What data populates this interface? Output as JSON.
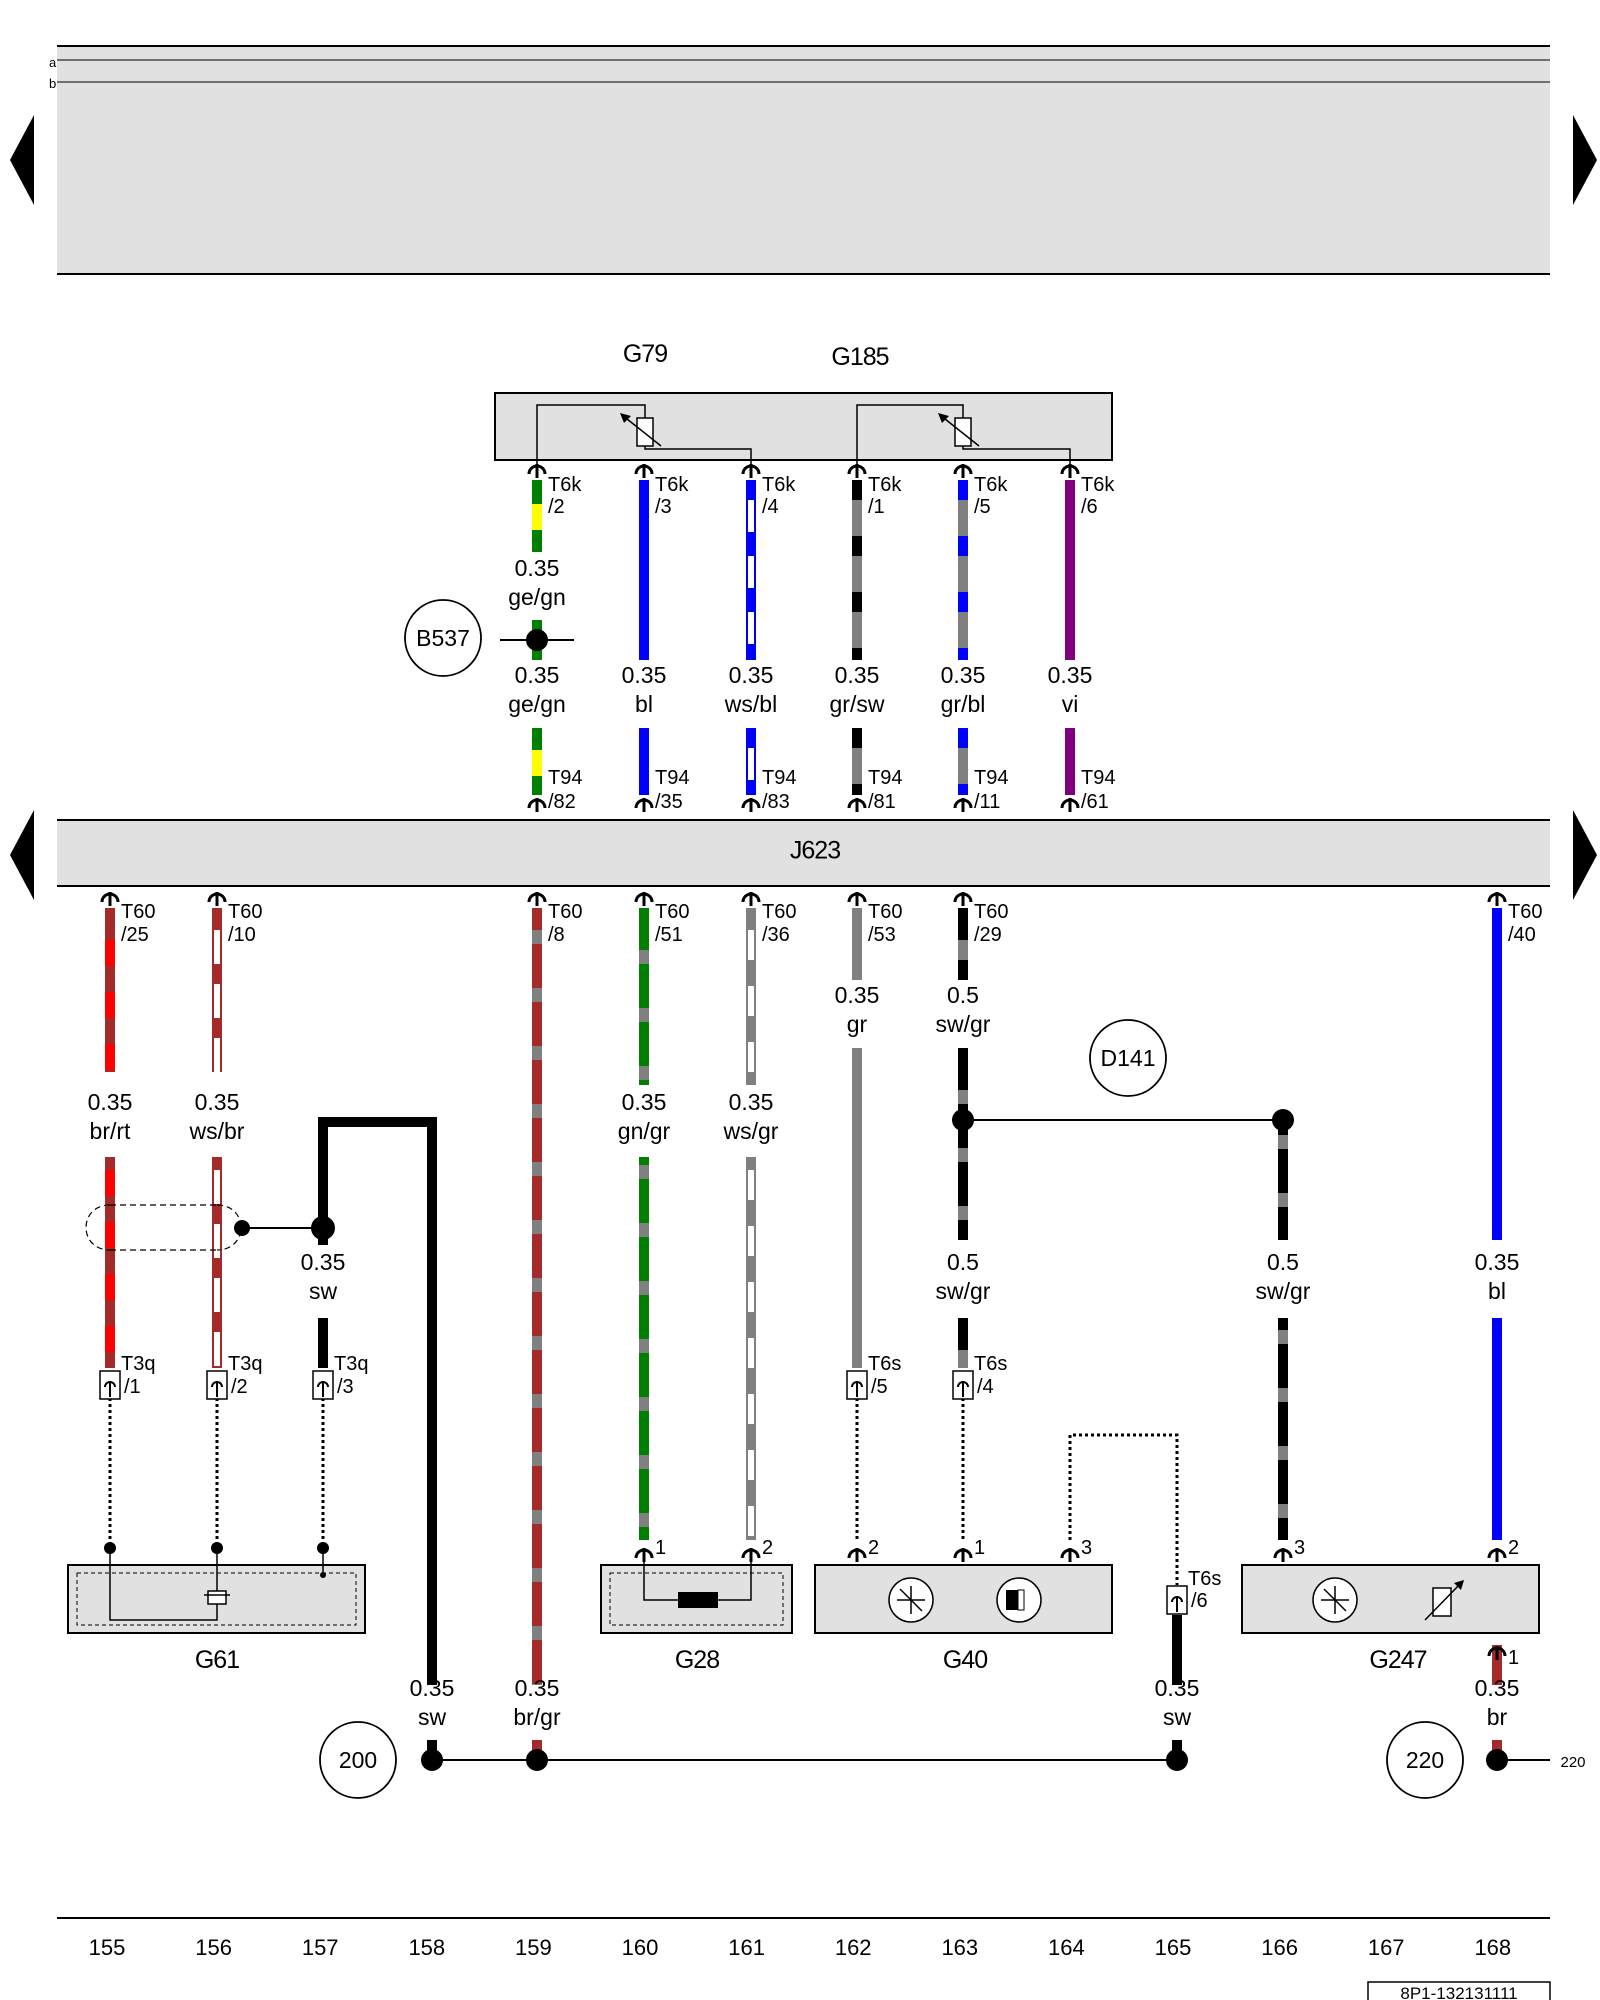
{
  "header": {
    "row_a": "a",
    "row_b": "b"
  },
  "components": {
    "g79": "G79",
    "g185": "G185",
    "j623": "J623",
    "g61": "G61",
    "g28": "G28",
    "g40": "G40",
    "g247": "G247"
  },
  "refs": {
    "b537": "B537",
    "d141": "D141",
    "gnd200": "200",
    "gnd220": "220",
    "edge220": "220"
  },
  "pins_top": [
    {
      "a": "T6k",
      "b": "/2"
    },
    {
      "a": "T6k",
      "b": "/3"
    },
    {
      "a": "T6k",
      "b": "/4"
    },
    {
      "a": "T6k",
      "b": "/1"
    },
    {
      "a": "T6k",
      "b": "/5"
    },
    {
      "a": "T6k",
      "b": "/6"
    }
  ],
  "pins_t94": [
    {
      "a": "T94",
      "b": "/82"
    },
    {
      "a": "T94",
      "b": "/35"
    },
    {
      "a": "T94",
      "b": "/83"
    },
    {
      "a": "T94",
      "b": "/81"
    },
    {
      "a": "T94",
      "b": "/11"
    },
    {
      "a": "T94",
      "b": "/61"
    }
  ],
  "pins_t60": [
    {
      "a": "T60",
      "b": "/25"
    },
    {
      "a": "T60",
      "b": "/10"
    },
    {
      "a": "T60",
      "b": "/8"
    },
    {
      "a": "T60",
      "b": "/51"
    },
    {
      "a": "T60",
      "b": "/36"
    },
    {
      "a": "T60",
      "b": "/53"
    },
    {
      "a": "T60",
      "b": "/29"
    },
    {
      "a": "T60",
      "b": "/40"
    }
  ],
  "pins_conn": [
    {
      "a": "T3q",
      "b": "/1"
    },
    {
      "a": "T3q",
      "b": "/2"
    },
    {
      "a": "T3q",
      "b": "/3"
    },
    {
      "a": "T6s",
      "b": "/5"
    },
    {
      "a": "T6s",
      "b": "/4"
    },
    {
      "a": "T6s",
      "b": "/6"
    }
  ],
  "pin_nums": [
    "1",
    "2",
    "2",
    "1",
    "3",
    "3",
    "2",
    "1"
  ],
  "wires_upper_a": [
    {
      "size": "0.35",
      "color": "ge/gn"
    }
  ],
  "wires_upper_b": [
    {
      "size": "0.35",
      "color": "ge/gn"
    },
    {
      "size": "0.35",
      "color": "bl"
    },
    {
      "size": "0.35",
      "color": "ws/bl"
    },
    {
      "size": "0.35",
      "color": "gr/sw"
    },
    {
      "size": "0.35",
      "color": "gr/bl"
    },
    {
      "size": "0.35",
      "color": "vi"
    }
  ],
  "wires_lower": [
    {
      "size": "0.35",
      "color": "br/rt"
    },
    {
      "size": "0.35",
      "color": "ws/br"
    },
    {
      "size": "0.35",
      "color": "gn/gr"
    },
    {
      "size": "0.35",
      "color": "ws/gr"
    },
    {
      "size": "0.35",
      "color": "gr"
    },
    {
      "size": "0.5",
      "color": "sw/gr"
    },
    {
      "size": "0.35",
      "color": "sw"
    },
    {
      "size": "0.5",
      "color": "sw/gr"
    },
    {
      "size": "0.5",
      "color": "sw/gr"
    },
    {
      "size": "0.35",
      "color": "bl"
    },
    {
      "size": "0.35",
      "color": "sw"
    },
    {
      "size": "0.35",
      "color": "br/gr"
    },
    {
      "size": "0.35",
      "color": "sw"
    },
    {
      "size": "0.35",
      "color": "br"
    }
  ],
  "columns": [
    "155",
    "156",
    "157",
    "158",
    "159",
    "160",
    "161",
    "162",
    "163",
    "164",
    "165",
    "166",
    "167",
    "168"
  ],
  "footer_code": "8P1-132131111",
  "colors": {
    "panel": "#e1e1e1",
    "ge": "#ffff00",
    "gn": "#008000",
    "bl": "#0000ff",
    "ws": "#ffffff",
    "gr": "#808080",
    "sw": "#000000",
    "vi": "#800080",
    "br": "#a52a2a",
    "rt": "#ff0000"
  }
}
